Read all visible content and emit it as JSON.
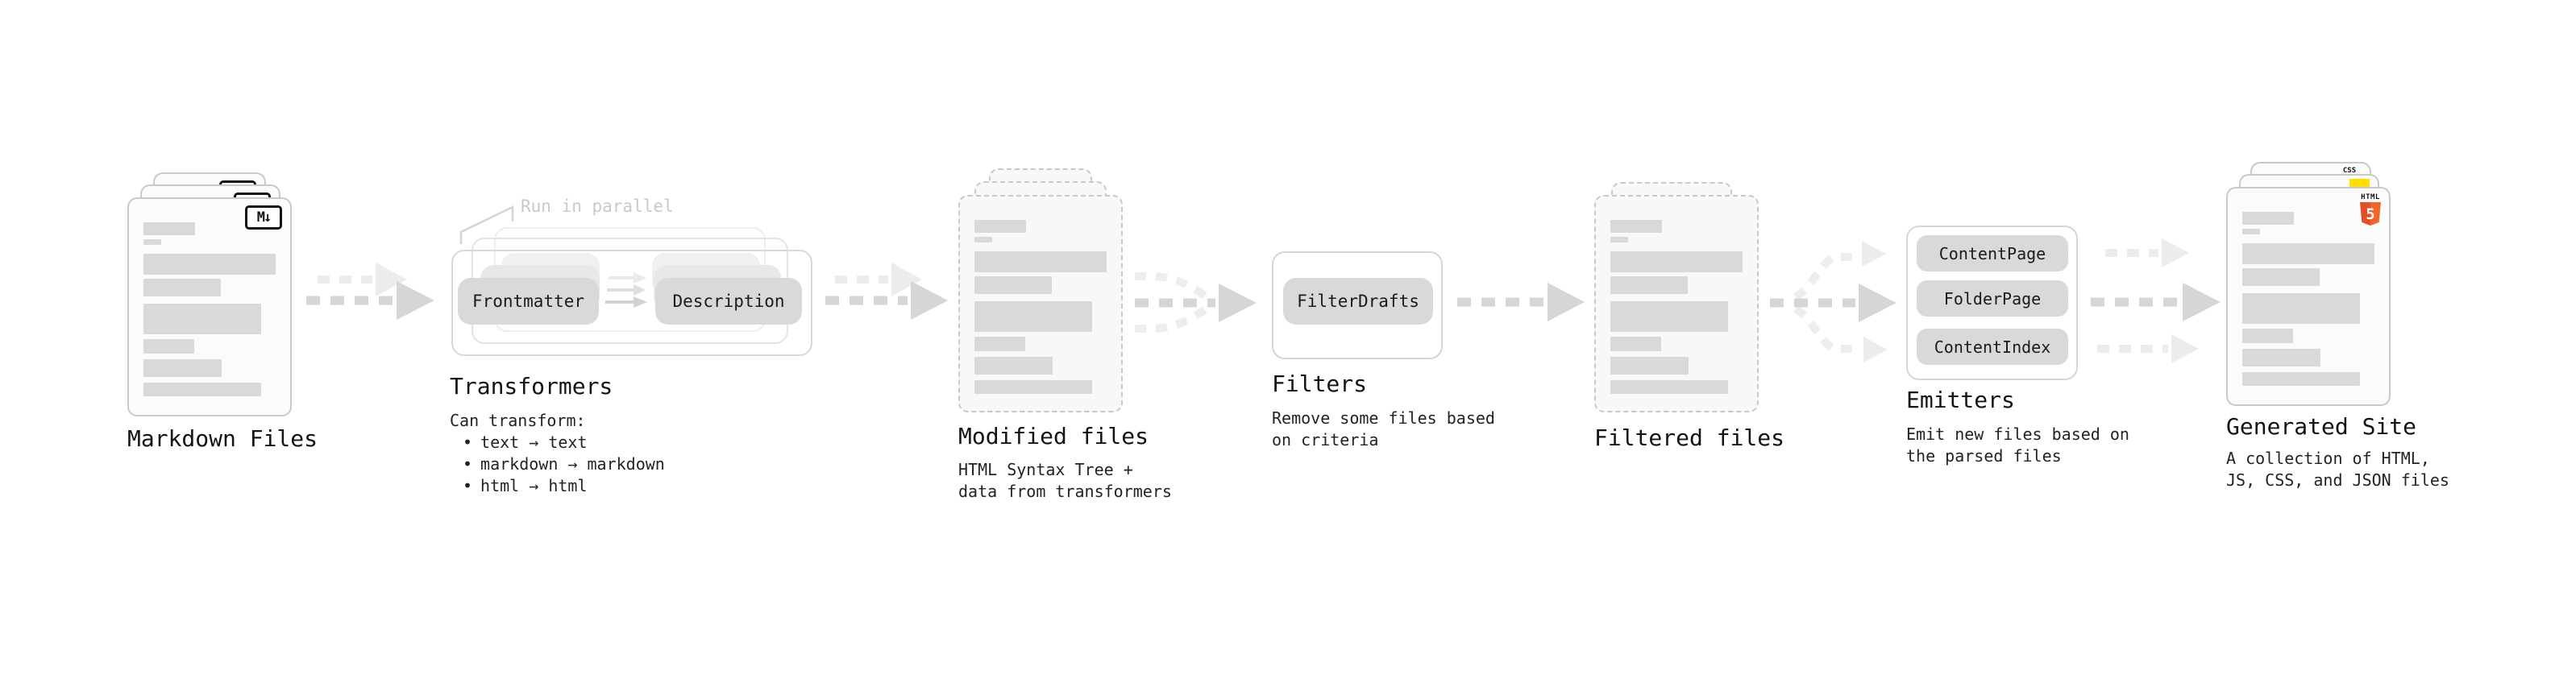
{
  "stages": {
    "markdown_files": {
      "title": "Markdown Files",
      "badge": "M↓"
    },
    "transformers": {
      "title": "Transformers",
      "parallel_label": "Run in parallel",
      "input_pill": "Frontmatter",
      "output_pill": "Description",
      "description_heading": "Can transform:",
      "bullet": "•",
      "bullets": [
        "text → text",
        "markdown → markdown",
        "html → html"
      ]
    },
    "modified_files": {
      "title": "Modified files",
      "description_line1": "HTML Syntax Tree +",
      "description_line2": "data from transformers"
    },
    "filters": {
      "title": "Filters",
      "pill": "FilterDrafts",
      "description_line1": "Remove some files based",
      "description_line2": "on criteria"
    },
    "filtered_files": {
      "title": "Filtered files"
    },
    "emitters": {
      "title": "Emitters",
      "pills": [
        "ContentPage",
        "FolderPage",
        "ContentIndex"
      ],
      "description_line1": "Emit new files based on",
      "description_line2": "the parsed files"
    },
    "generated_site": {
      "title": "Generated Site",
      "description_line1": "A collection of HTML,",
      "description_line2": "JS, CSS, and JSON files",
      "badges": {
        "css_label": "CSS",
        "html_label": "HTML",
        "html_number": "5"
      }
    }
  },
  "colors": {
    "background": "#ffffff",
    "card_background": "#fbfbfb",
    "card_border": "#c9c9c9",
    "placeholder_bar": "#d9d9d9",
    "pill_background": "#d9d9d9",
    "arrow_dark": "#d6d6d6",
    "arrow_light": "#ececec",
    "muted_label": "#c9c9c9",
    "text_dark": "#141414",
    "css_blue": "#2b6cf5",
    "js_yellow": "#ffde00",
    "html5_orange": "#e44d26"
  }
}
